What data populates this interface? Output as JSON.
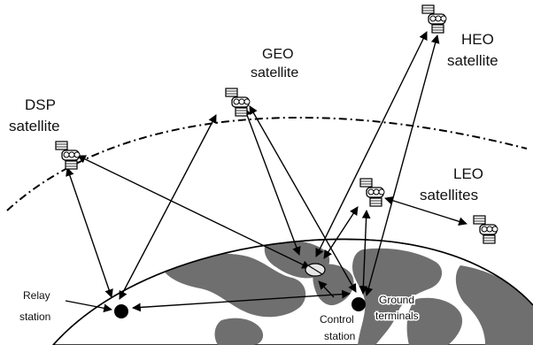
{
  "labels": {
    "dsp": [
      "DSP",
      "satellite"
    ],
    "geo": [
      "GEO",
      "satellite"
    ],
    "heo": [
      "HEO",
      "satellite"
    ],
    "leo": [
      "LEO",
      "satellites"
    ],
    "relay": [
      "Relay",
      "station"
    ],
    "control": [
      "Control",
      "station"
    ],
    "ground": [
      "Ground",
      "terminals"
    ]
  },
  "icons": {
    "satellite": "satellite-icon",
    "station": "ground-station-dot"
  },
  "colors": {
    "land": "#6f6f6f",
    "ocean": "#ffffff",
    "ink": "#000000"
  }
}
